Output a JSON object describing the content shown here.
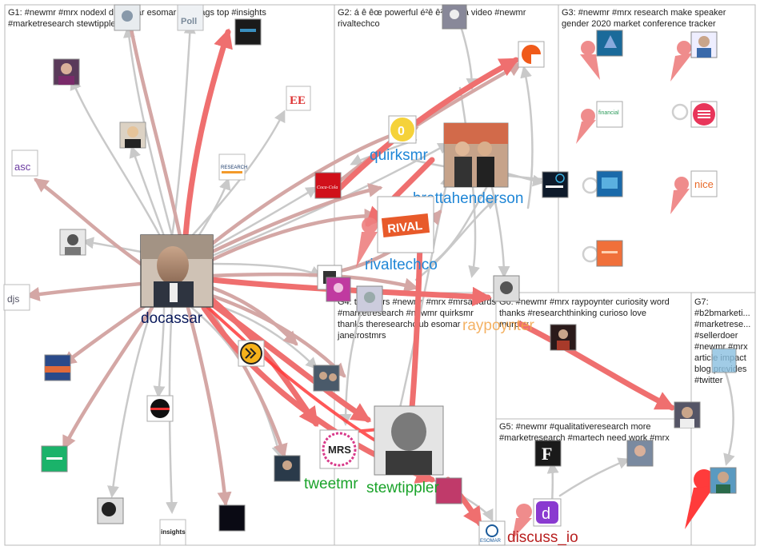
{
  "colors": {
    "border": "#b8b8b8",
    "edge_gray": "#c9c9c9",
    "edge_rose": "#d4a7a5",
    "edge_red": "#ef6f6f",
    "edge_bright": "#ff3b3b",
    "label_navy": "#0a1a5c",
    "label_blue": "#1f86d6",
    "label_green": "#1aa32a",
    "label_red": "#b81f1f",
    "label_orange": "#f3a54a"
  },
  "groups": {
    "g1": {
      "line1": "G1: #newmr #mrx nodexl docassar esomar hashtags top #insights",
      "line2": "#marketresearch stewtippler",
      "line3": ""
    },
    "g2": {
      "line1": "G2: á ê êœ powerful é²ê ê²â êœá video #newmr",
      "line2": "rivaltechco",
      "line3": ""
    },
    "g3": {
      "line1": "G3: #newmr #mrx research make speaker",
      "line2": "gender 2020 market conference tracker",
      "line3": ""
    },
    "g4": {
      "line1": "G4: tweetmrs #newmr #mrx #mrsawards",
      "line2": "#marketresearch #newmr quirksmr",
      "line3": "thanks theresearchclub esomar",
      "line4": "janefrostmrs"
    },
    "g5": {
      "line1": "G5: #newmr #qualitativeresearch more",
      "line2": "#marketresearch #martech need work #mrx",
      "line3": ""
    },
    "g6": {
      "line1": "G6: #newmr #mrx raypoynter curiosity word",
      "line2": "thanks #researchthinking curioso love",
      "line3": "murphy"
    },
    "g7": {
      "line1": "G7:",
      "line2": "#b2bmarketi...",
      "line3": "#marketrese...",
      "line4": "#sellerdoer",
      "line5": "#newmr #mrx",
      "line6": "article impact",
      "line7": "blog provides",
      "line8": "#twitter"
    }
  },
  "hubs": {
    "docassar": "docassar",
    "quirksmr": "quirksmr",
    "brettahenderson": "brettahenderson",
    "rivaltechco": "rivaltechco",
    "tweetmr": "tweetmr",
    "stewtippler": "stewtippler",
    "discuss_io": "discuss_io",
    "raypoynter": "raypoynter"
  },
  "avatars": {
    "asc": "asc",
    "djs": "djs",
    "research_now": "RESEARCH",
    "poll": "Poll",
    "insights": "insights",
    "mrs": "MRS",
    "rival": "RIVAL",
    "ee": "EE",
    "nice": "nice",
    "cocacola": "Coca-Cola",
    "esomar": "ESOMAR",
    "financial": "financial",
    "f_mark": "F",
    "d_mark": "d"
  }
}
